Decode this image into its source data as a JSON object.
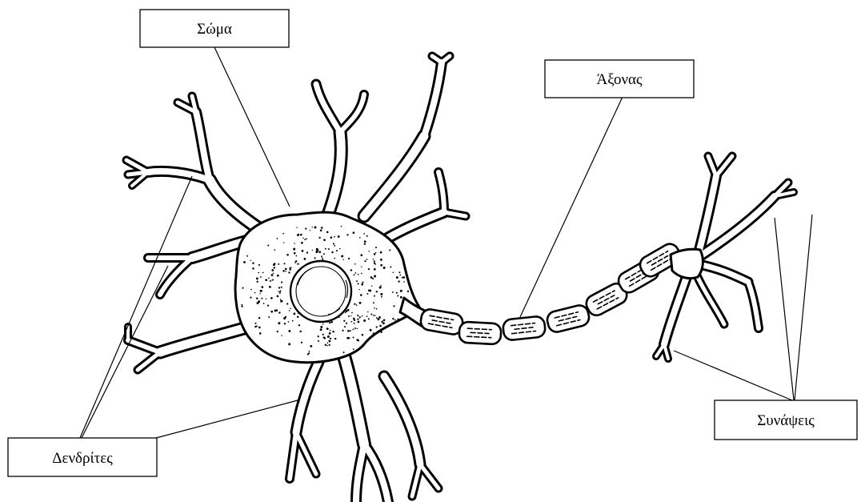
{
  "labels": {
    "soma": "Σώμα",
    "axon": "Άξονας",
    "dendrites": "Δενδρίτες",
    "synapses": "Συνάψεις"
  },
  "colors": {
    "ink": "#000000",
    "background": "#ffffff"
  }
}
